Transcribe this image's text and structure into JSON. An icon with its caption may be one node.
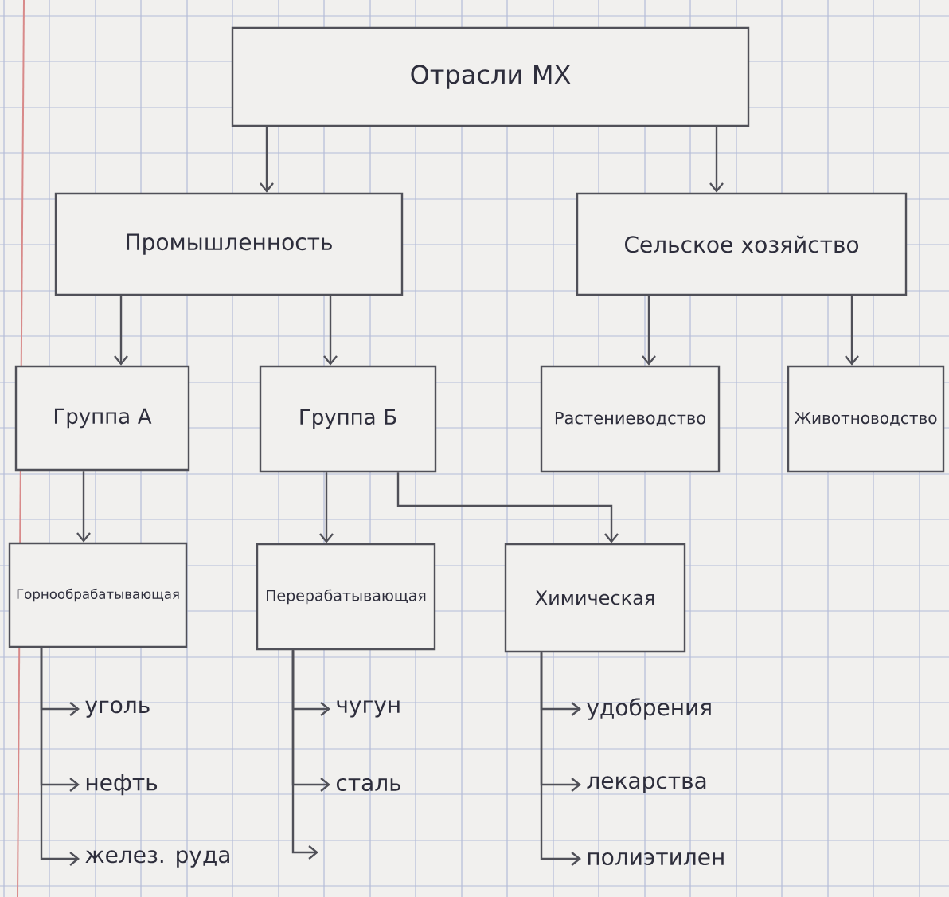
{
  "diagram": {
    "nodes": [
      {
        "text": [
          "Отрасли МХ"
        ]
      },
      {
        "text": [
          "Промышленность"
        ]
      },
      {
        "text": [
          "Сельское хозяйство"
        ]
      },
      {
        "text": [
          "Группа А"
        ]
      },
      {
        "text": [
          "Группа Б"
        ]
      },
      {
        "text": [
          "Растениеводство"
        ]
      },
      {
        "text": [
          "Животноводство"
        ]
      },
      {
        "text": [
          "Горнообрабатывающая"
        ]
      },
      {
        "text": [
          "Перерабатывающая"
        ]
      },
      {
        "text": [
          "Химическая"
        ]
      },
      {
        "text": [
          "уголь"
        ]
      },
      {
        "text": [
          "нефть"
        ]
      },
      {
        "text": [
          "желез. руда"
        ]
      },
      {
        "text": [
          "чугун"
        ]
      },
      {
        "text": [
          "сталь"
        ]
      },
      {
        "text": [
          "удобрения"
        ]
      },
      {
        "text": [
          "лекарства"
        ]
      },
      {
        "text": [
          "полиэтилен"
        ]
      }
    ],
    "edges": [
      {
        "from": 0,
        "to": 1,
        "arrow": "to"
      },
      {
        "from": 0,
        "to": 2,
        "arrow": "to"
      },
      {
        "from": 1,
        "to": 3,
        "arrow": "to"
      },
      {
        "from": 1,
        "to": 4,
        "arrow": "to"
      },
      {
        "from": 2,
        "to": 5,
        "arrow": "to"
      },
      {
        "from": 2,
        "to": 6,
        "arrow": "to"
      },
      {
        "from": 3,
        "to": 7,
        "arrow": "to"
      },
      {
        "from": 4,
        "to": 8,
        "arrow": "to"
      },
      {
        "from": 4,
        "to": 9,
        "arrow": "to"
      },
      {
        "from": 7,
        "to": 10,
        "arrow": "to"
      },
      {
        "from": 7,
        "to": 11,
        "arrow": "to"
      },
      {
        "from": 7,
        "to": 12,
        "arrow": "to"
      },
      {
        "from": 8,
        "to": 13,
        "arrow": "to"
      },
      {
        "from": 8,
        "to": 14,
        "arrow": "to"
      },
      {
        "from": 8,
        "to": null,
        "arrow": "to"
      },
      {
        "from": 9,
        "to": 15,
        "arrow": "to"
      },
      {
        "from": 9,
        "to": 16,
        "arrow": "to"
      },
      {
        "from": 9,
        "to": 17,
        "arrow": "to"
      }
    ]
  }
}
